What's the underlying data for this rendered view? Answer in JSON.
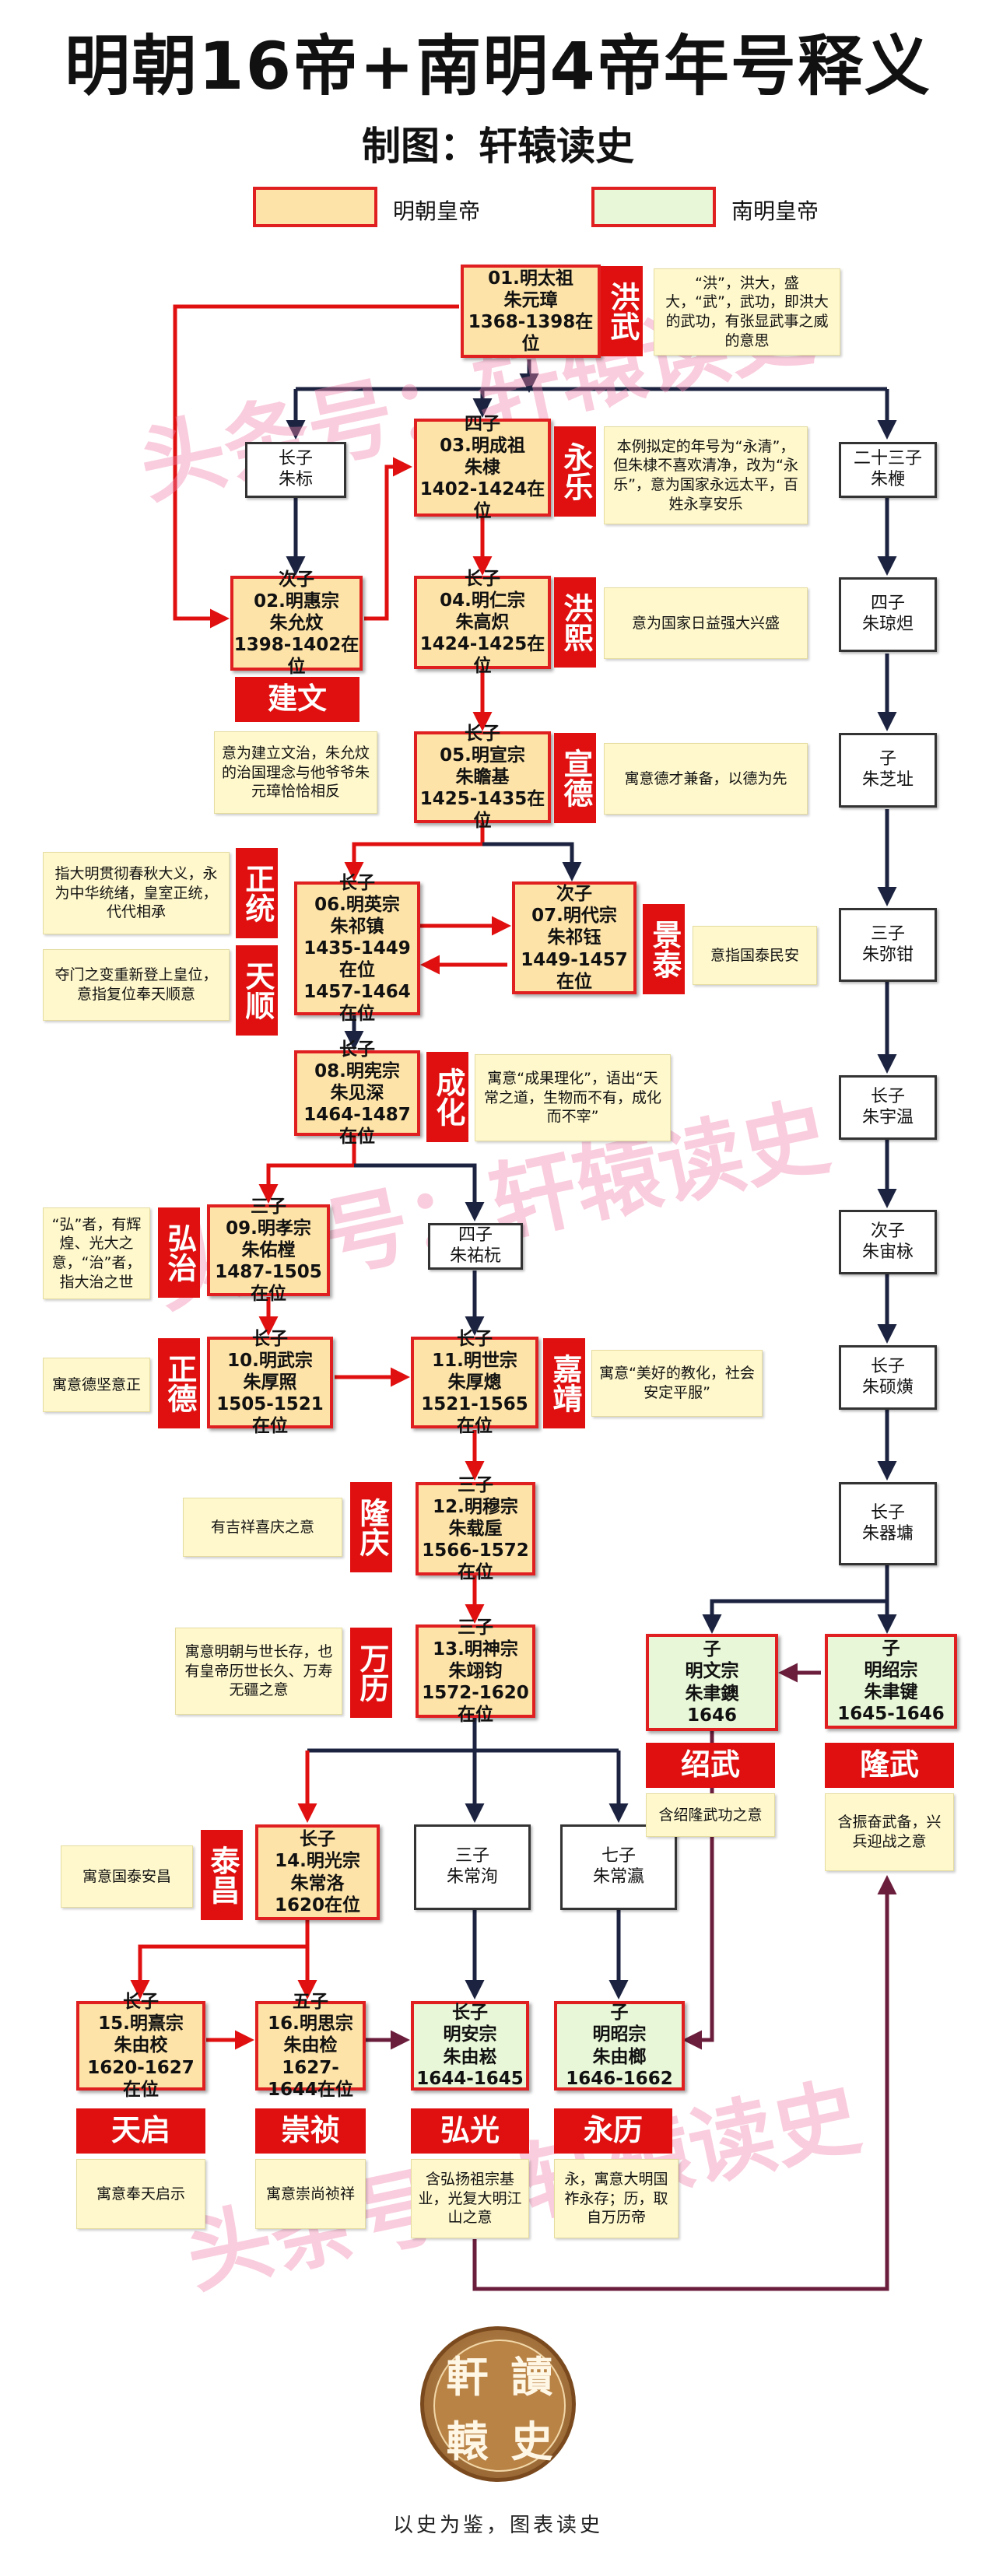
{
  "header": {
    "title": "明朝16帝+南明4帝年号释义",
    "subtitle": "制图：轩辕读史"
  },
  "legend": {
    "ming_label": "明朝皇帝",
    "nanming_label": "南明皇帝"
  },
  "colors": {
    "ming_fill": "#fde3a7",
    "nanming_fill": "#e8f7d7",
    "accent_red": "#e01010",
    "navy_arrow": "#1c2340",
    "purple_arrow": "#6b1e3c",
    "note_fill": "#fff8cc"
  },
  "watermark": "头条号：轩辕读史",
  "boxes": {
    "taizu": [
      "01.明太祖",
      "朱元璋",
      "1368-1398在位"
    ],
    "zhubiao": [
      "长子",
      "朱标"
    ],
    "chengzu": [
      "四子",
      "03.明成祖",
      "朱棣",
      "1402-1424在位"
    ],
    "zhuying": [
      "二十三子",
      "朱楩"
    ],
    "huizong": [
      "次子",
      "02.明惠宗",
      "朱允炆",
      "1398-1402在位"
    ],
    "renzong": [
      "长子",
      "04.明仁宗",
      "朱高炽",
      "1424-1425在位"
    ],
    "zhuyouxuan": [
      "四子",
      "朱琼炟"
    ],
    "xuanzong": [
      "长子",
      "05.明宣宗",
      "朱瞻基",
      "1425-1435在位"
    ],
    "zhuzhizhi": [
      "子",
      "朱芝址"
    ],
    "yingzong": [
      "长子",
      "06.明英宗",
      "朱祁镇",
      "1435-1449在位",
      "1457-1464在位"
    ],
    "daizong": [
      "次子",
      "07.明代宗",
      "朱祁钰",
      "1449-1457在位"
    ],
    "zhumizhuan": [
      "三子",
      "朱弥钳"
    ],
    "xianzong": [
      "长子",
      "08.明宪宗",
      "朱见深",
      "1464-1487在位"
    ],
    "zhuyuwen": [
      "长子",
      "朱宇温"
    ],
    "xiaozong": [
      "三子",
      "09.明孝宗",
      "朱佑樘",
      "1487-1505在位"
    ],
    "zhuyouyuan": [
      "四子",
      "朱祐杬"
    ],
    "zhuyilin": [
      "次子",
      "朱宙栐"
    ],
    "wuzong": [
      "长子",
      "10.明武宗",
      "朱厚照",
      "1505-1521在位"
    ],
    "shizong": [
      "长子",
      "11.明世宗",
      "朱厚熜",
      "1521-1565在位"
    ],
    "zhushuohuang": [
      "长子",
      "朱硕熿"
    ],
    "muzong": [
      "三子",
      "12.明穆宗",
      "朱载垕",
      "1566-1572在位"
    ],
    "zhuqiyong": [
      "长子",
      "朱器墉"
    ],
    "shenzong": [
      "三子",
      "13.明神宗",
      "朱翊钧",
      "1572-1620在位"
    ],
    "wenzong": [
      "子",
      "明文宗",
      "朱聿鐭",
      "1646"
    ],
    "shaozong": [
      "子",
      "明绍宗",
      "朱聿键",
      "1645-1646"
    ],
    "guangzong": [
      "长子",
      "14.明光宗",
      "朱常洛",
      "1620在位"
    ],
    "zhuchangxun": [
      "三子",
      "朱常洵"
    ],
    "zhuchangying": [
      "七子",
      "朱常瀛"
    ],
    "xizong": [
      "长子",
      "15.明熹宗",
      "朱由校",
      "1620-1627在位"
    ],
    "sizong": [
      "五子",
      "16.明思宗",
      "朱由检",
      "1627-1644在位"
    ],
    "anzong": [
      "长子",
      "明安宗",
      "朱由崧",
      "1644-1645"
    ],
    "zhaozong": [
      "子",
      "明昭宗",
      "朱由榔",
      "1646-1662"
    ]
  },
  "eras": {
    "hongwu": "洪武",
    "yongle": "永乐",
    "jianwen": "建文",
    "hongxi": "洪熙",
    "xuande": "宣德",
    "zhengtong": "正统",
    "tianshun": "天顺",
    "jingtai": "景泰",
    "chenghua": "成化",
    "hongzhi": "弘治",
    "zhengde": "正德",
    "jiajing": "嘉靖",
    "longqing": "隆庆",
    "wanli": "万历",
    "shaowu": "绍武",
    "longwu": "隆武",
    "taichang": "泰昌",
    "tianqi": "天启",
    "chongzhen": "崇祯",
    "hongguang": "弘光",
    "yongli": "永历"
  },
  "notes": {
    "hongwu": "“洪”，洪大，盛大，“武”，武功，即洪大的武功，有张显武事之威的意思",
    "yongle": "本例拟定的年号为“永清”，但朱棣不喜欢清净，改为“永乐”，意为国家永远太平，百姓永享安乐",
    "hongxi": "意为国家日益强大兴盛",
    "jianwen": "意为建立文治，朱允炆的治国理念与他爷爷朱元璋恰恰相反",
    "xuande": "寓意德才兼备，以德为先",
    "zhengtong": "指大明贯彻春秋大义，永为中华统绪，皇室正统，代代相承",
    "tianshun": "夺门之变重新登上皇位，意指复位奉天顺意",
    "jingtai": "意指国泰民安",
    "chenghua": "寓意“成果理化”，语出“天常之道，生物而不有，成化而不宰”",
    "hongzhi": "“弘”者，有辉煌、光大之意，“治”者，指大治之世",
    "zhengde": "寓意德坚意正",
    "jiajing": "寓意“美好的教化，社会安定平服”",
    "longqing": "有吉祥喜庆之意",
    "wanli": "寓意明朝与世长存，也有皇帝历世长久、万寿无疆之意",
    "shaowu": "含绍隆武功之意",
    "longwu": "含振奋武备，兴兵迎战之意",
    "taichang": "寓意国泰安昌",
    "tianqi": "寓意奉天启示",
    "chongzhen": "寓意崇尚祯祥",
    "hongguang": "含弘扬祖宗基业，光复大明江山之意",
    "yongli": "永，寓意大明国祚永存；历，取自万历帝"
  },
  "seal_text": [
    "讀",
    "軒",
    "史",
    "轅"
  ],
  "footer": "以史为鉴，图表读史"
}
